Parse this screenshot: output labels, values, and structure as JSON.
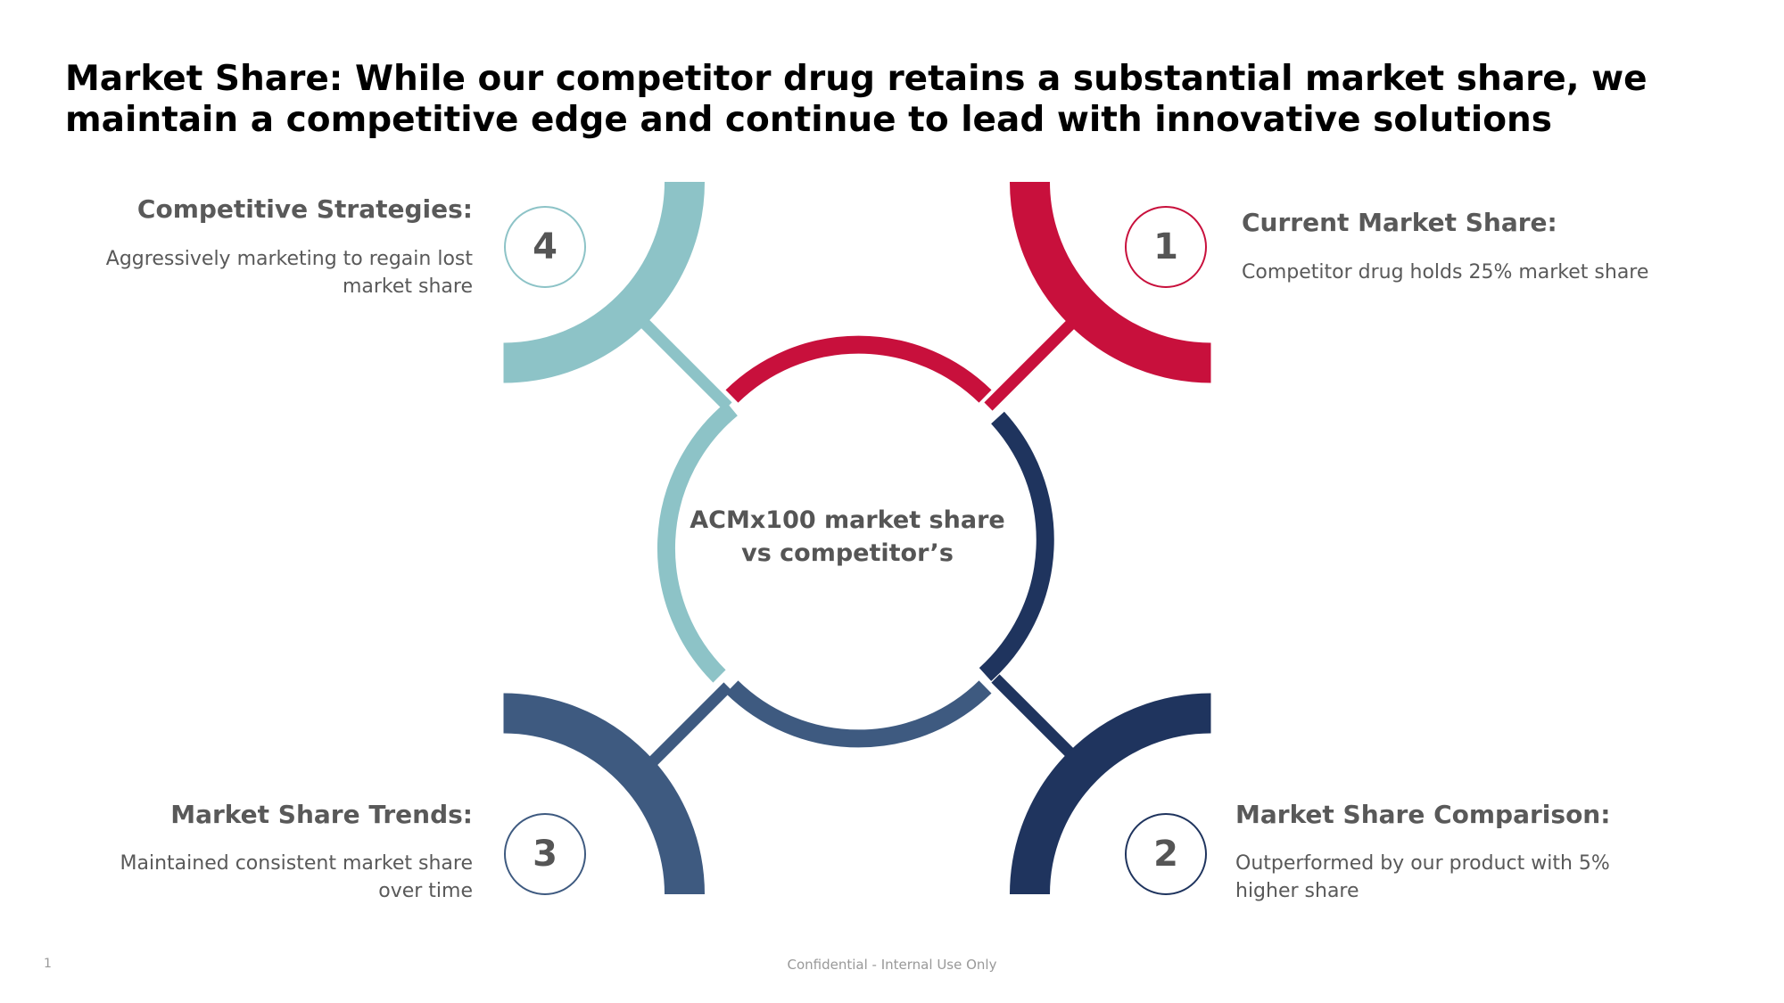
{
  "title": "Market Share: While our competitor drug retains a substantial market share, we maintain a competitive edge and continue to lead with innovative solutions",
  "center_label": "ACMx100 market share vs competitor’s",
  "colors": {
    "step1": "#c8103c",
    "step2": "#1f345e",
    "step3": "#3e5a80",
    "step4": "#8dc3c7"
  },
  "steps": [
    {
      "number": "1",
      "title": "Current Market Share:",
      "description": "Competitor drug holds 25% market share"
    },
    {
      "number": "2",
      "title": "Market Share Comparison:",
      "description": "Outperformed by our product with 5% higher share"
    },
    {
      "number": "3",
      "title": "Market Share Trends:",
      "description": "Maintained consistent market share over time"
    },
    {
      "number": "4",
      "title": "Competitive Strategies:",
      "description": "Aggressively marketing to regain lost market share"
    }
  ],
  "footer": {
    "page_number": "1",
    "confidential": "Confidential - Internal Use Only"
  }
}
